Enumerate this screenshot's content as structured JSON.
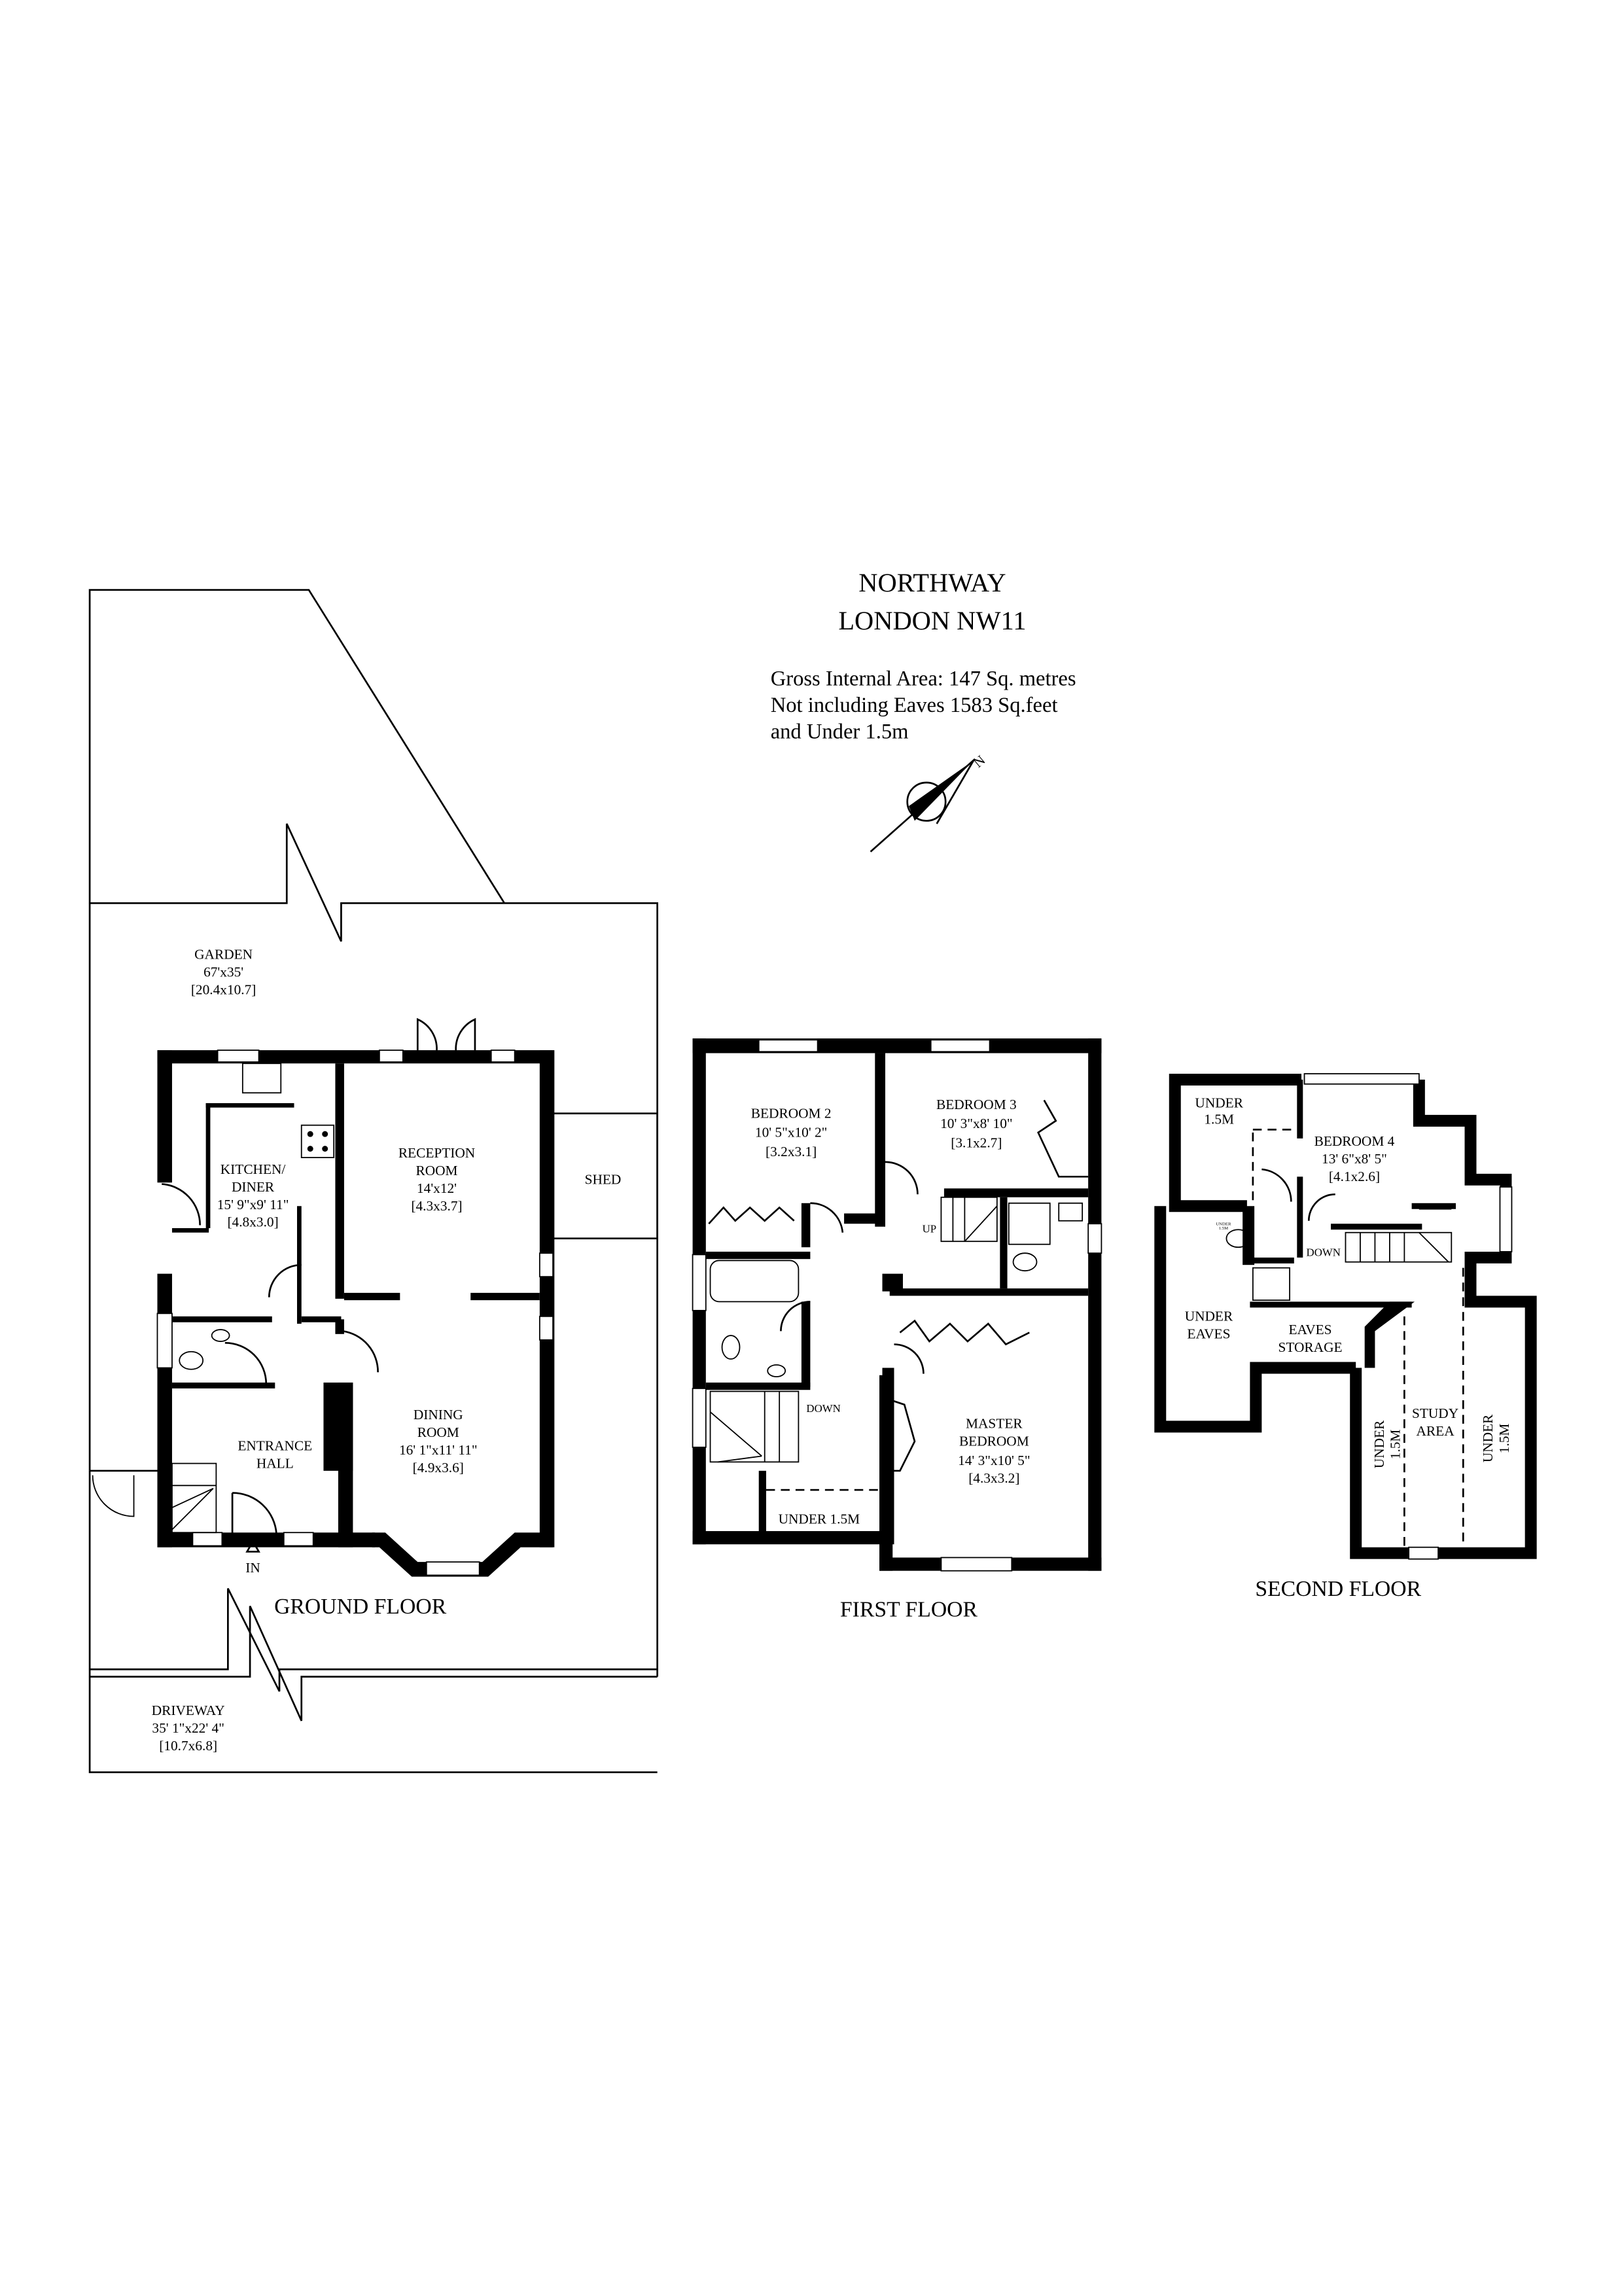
{
  "header": {
    "title_line1": "NORTHWAY",
    "title_line2": "LONDON NW11",
    "area_line1": "Gross Internal Area: 147 Sq. metres",
    "area_line2": "Not including Eaves 1583 Sq.feet",
    "area_line3": "and Under 1.5m",
    "compass_label": "N"
  },
  "ground_floor": {
    "label": "GROUND FLOOR",
    "garden": {
      "name": "GARDEN",
      "imperial": "67'x35'",
      "metric": "[20.4x10.7]"
    },
    "kitchen": {
      "name1": "KITCHEN/",
      "name2": "DINER",
      "imperial": "15' 9\"x9' 11\"",
      "metric": "[4.8x3.0]"
    },
    "reception": {
      "name1": "RECEPTION",
      "name2": "ROOM",
      "imperial": "14'x12'",
      "metric": "[4.3x3.7]"
    },
    "shed": {
      "name": "SHED"
    },
    "dining": {
      "name1": "DINING",
      "name2": "ROOM",
      "imperial": "16' 1\"x11' 11\"",
      "metric": "[4.9x3.6]"
    },
    "hall": {
      "name1": "ENTRANCE",
      "name2": "HALL"
    },
    "entry_label": "IN",
    "driveway": {
      "name": "DRIVEWAY",
      "imperial": "35' 1\"x22' 4\"",
      "metric": "[10.7x6.8]"
    }
  },
  "first_floor": {
    "label": "FIRST FLOOR",
    "bedroom2": {
      "name": "BEDROOM 2",
      "imperial": "10' 5\"x10' 2\"",
      "metric": "[3.2x3.1]"
    },
    "bedroom3": {
      "name": "BEDROOM 3",
      "imperial": "10' 3\"x8' 10\"",
      "metric": "[3.1x2.7]"
    },
    "master": {
      "name1": "MASTER",
      "name2": "BEDROOM",
      "imperial": "14' 3\"x10' 5\"",
      "metric": "[4.3x3.2]"
    },
    "up_label": "UP",
    "down_label": "DOWN",
    "under": "UNDER 1.5M"
  },
  "second_floor": {
    "label": "SECOND FLOOR",
    "under_top": {
      "line1": "UNDER",
      "line2": "1.5M"
    },
    "bedroom4": {
      "name": "BEDROOM 4",
      "imperial": "13' 6\"x8' 5\"",
      "metric": "[4.1x2.6]"
    },
    "down_label": "DOWN",
    "under_eaves": {
      "line1": "UNDER",
      "line2": "EAVES"
    },
    "eaves_storage": {
      "line1": "EAVES",
      "line2": "STORAGE"
    },
    "study": {
      "line1": "STUDY",
      "line2": "AREA"
    },
    "under_left": {
      "line1": "UNDER",
      "line2": "1.5M"
    },
    "under_right": {
      "line1": "UNDER",
      "line2": "1.5M"
    },
    "wc_tiny": {
      "line1": "UNDER",
      "line2": "1.5M"
    }
  }
}
